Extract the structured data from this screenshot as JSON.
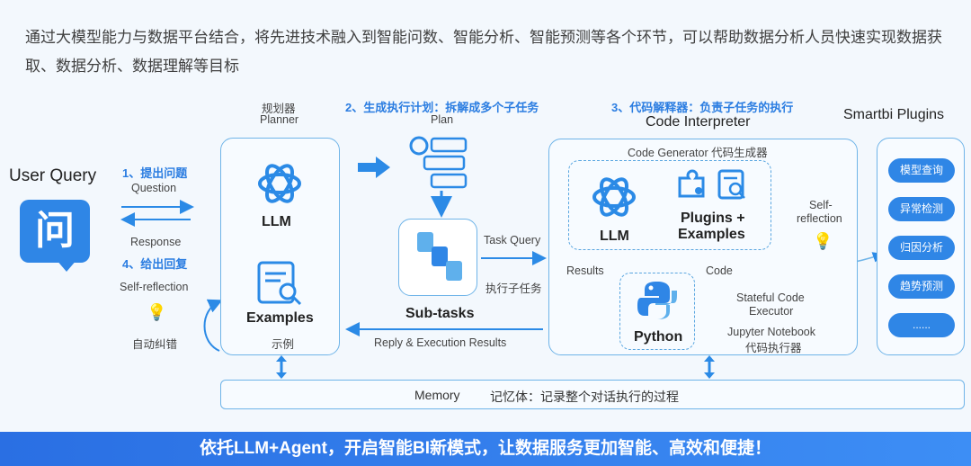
{
  "intro": {
    "line1": "通过大模型能力与数据平台结合，将先进技术融入到智能问数、智能分析、智能预测等各个环节，可以帮助数据分析人员快速实现数据获",
    "line2": "取、数据分析、数据理解等目标"
  },
  "user": {
    "title": "User Query",
    "icon_char": "问",
    "step1": "1、提出问题",
    "question": "Question",
    "response": "Response",
    "step4": "4、给出回复",
    "self_reflection": "Self-reflection",
    "auto_correct": "自动纠错"
  },
  "planner": {
    "title_cn": "规划器",
    "title_en": "Planner",
    "llm": "LLM",
    "examples": "Examples",
    "examples_cn": "示例"
  },
  "plan": {
    "step2": "2、生成执行计划：拆解成多个子任务",
    "title": "Plan",
    "subtasks": "Sub-tasks",
    "task_query": "Task Query",
    "exec_subtask": "执行子任务",
    "reply": "Reply & Execution Results"
  },
  "interpreter": {
    "step3": "3、代码解释器：负责子任务的执行",
    "title": "Code Interpreter",
    "generator": "Code Generator  代码生成器",
    "llm": "LLM",
    "plugins": "Plugins +",
    "examples": "Examples",
    "self_reflection_1": "Self-",
    "self_reflection_2": "reflection",
    "results": "Results",
    "code": "Code",
    "python": "Python",
    "stateful_1": "Stateful Code",
    "stateful_2": "Executor",
    "jupyter_1": "Jupyter Notebook",
    "jupyter_2": "代码执行器"
  },
  "plugins": {
    "title": "Smartbi Plugins",
    "items": [
      "模型查询",
      "异常检测",
      "归因分析",
      "趋势预测",
      "......"
    ]
  },
  "memory": {
    "label": "Memory",
    "desc": "记忆体：记录整个对话执行的过程"
  },
  "footer": {
    "text": "依托LLM+Agent，开启智能BI新模式，让数据服务更加智能、高效和便捷！"
  },
  "colors": {
    "accent": "#2b7de1",
    "box_border": "#6fb4e8",
    "footer": "#2a6fe3"
  }
}
